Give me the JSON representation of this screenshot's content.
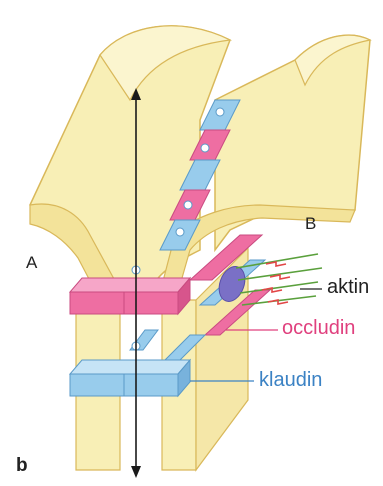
{
  "figure": {
    "panel_letter": "b",
    "cell_labels": {
      "left": "A",
      "right": "B"
    },
    "protein_labels": {
      "actin": "aktin",
      "occludin": "occludin",
      "claudin": "klaudin"
    }
  },
  "colors": {
    "membrane_fill": "#f8efb6",
    "membrane_stroke": "#d9b85a",
    "membrane_top": "#fbf5cf",
    "occludin_pink": "#ee6ea2",
    "occludin_pink_dark": "#c94b80",
    "claudin_blue": "#98ccec",
    "claudin_blue_dark": "#5a9ac8",
    "actin_line": "#5aa03c",
    "actin_red": "#e24646",
    "anchor_purple": "#7a70c6",
    "label_occludin": "#e0407e",
    "label_claudin": "#3b82c4",
    "arrow": "#1a1a1a"
  },
  "icons": {
    "vertical_arrow": "double-headed-arrow",
    "protein_anchor": "purple-oval"
  }
}
